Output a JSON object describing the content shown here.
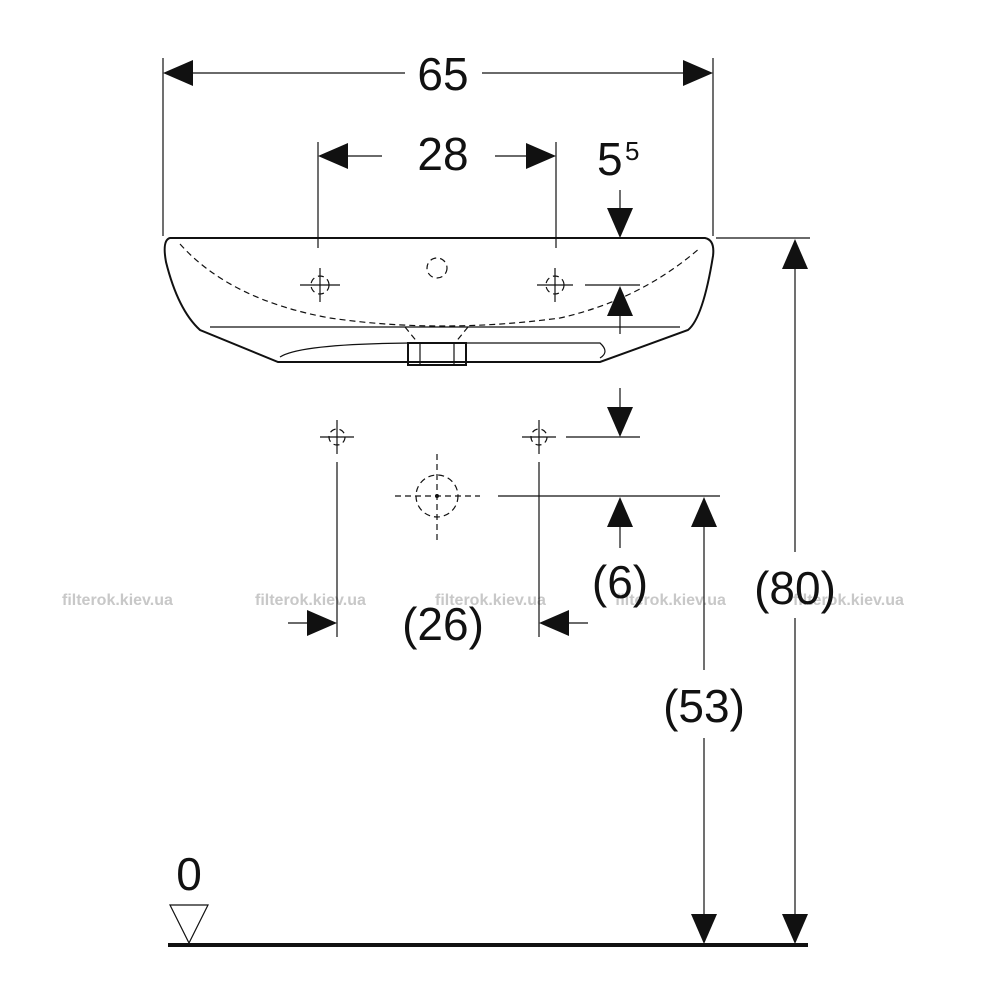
{
  "dimensions": {
    "overall_width": "65",
    "tap_hole_spacing": "28",
    "rim_offset_base": "5",
    "rim_offset_sup": "5",
    "fixing_hole_spacing": "(26)",
    "waste_offset": "(6)",
    "waste_height": "(53)",
    "rim_height": "(80)"
  },
  "floor_level_label": "0",
  "watermark": "filterok.kiev.ua",
  "colors": {
    "line": "#111111",
    "watermark": "#c8c8c8",
    "background": "#ffffff"
  }
}
